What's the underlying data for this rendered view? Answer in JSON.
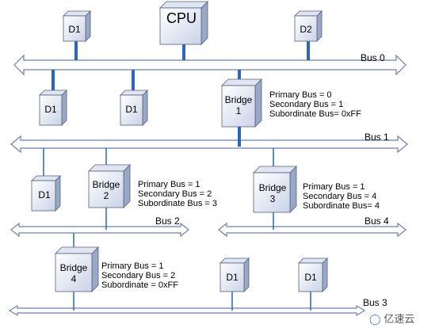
{
  "cpu": {
    "label": "CPU"
  },
  "top_devices": [
    {
      "label": "D1"
    },
    {
      "label": "D2"
    }
  ],
  "buses": [
    {
      "label": "Bus 0"
    },
    {
      "label": "Bus 1"
    },
    {
      "label": "Bus 2"
    },
    {
      "label": "Bus 3"
    },
    {
      "label": "Bus 4"
    }
  ],
  "bus1_devices": [
    {
      "label": "D1"
    },
    {
      "label": "D1"
    }
  ],
  "bridges": [
    {
      "line1": "Bridge",
      "line2": "1",
      "info": [
        "Primary Bus = 0",
        "Secondary Bus = 1",
        "Subordinate Bus= 0xFF"
      ]
    },
    {
      "line1": "Bridge",
      "line2": "2",
      "info": [
        "Primary Bus = 1",
        "Secondary Bus = 2",
        "Subordinate Bus = 3"
      ]
    },
    {
      "line1": "Bridge",
      "line2": "3",
      "info": [
        "Primary Bus = 1",
        "Secondary Bus = 4",
        "Subordinate Bus= 4"
      ]
    },
    {
      "line1": "Bridge",
      "line2": "4",
      "info": [
        "Primary Bus = 1",
        "Secondary Bus = 2",
        "Subordinate = 0xFF"
      ]
    }
  ],
  "bus1_left_device": {
    "label": "D1"
  },
  "bus3_devices": [
    {
      "label": "D1"
    },
    {
      "label": "D1"
    }
  ],
  "watermark": {
    "text": "亿速云"
  }
}
